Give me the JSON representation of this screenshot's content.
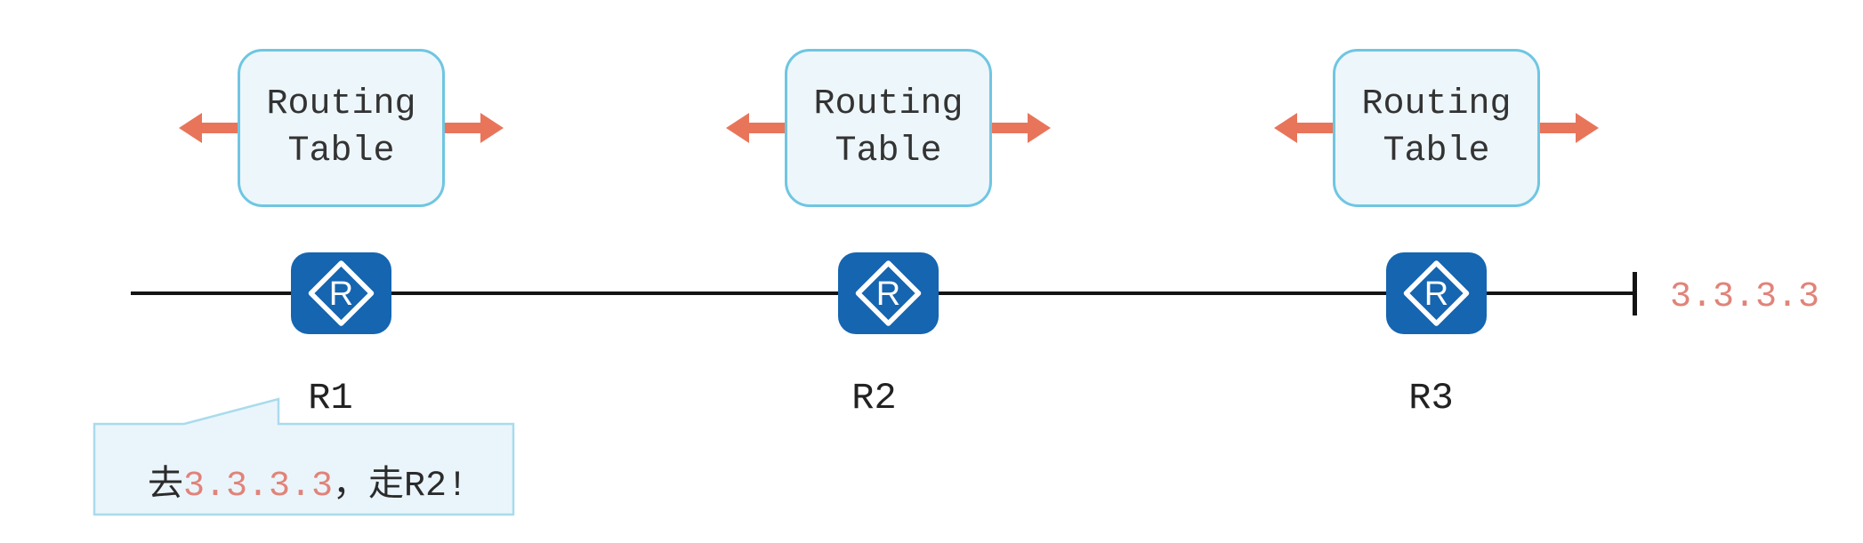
{
  "diagram_title": "routing-table-propagation",
  "colors": {
    "router_blue": "#1565b0",
    "arrow_salmon": "#e8755a",
    "box_border_blue": "#6fc6e2",
    "box_fill_blue": "#edf6fa",
    "bubble_border_blue": "#a9dbec",
    "bubble_fill_blue": "#eaf5fb",
    "ip_salmon": "#e18379",
    "line_black": "#141414",
    "text_dark": "#333333"
  },
  "routers": [
    {
      "label": "R1",
      "icon_letter": "R",
      "box_line1": "Routing",
      "box_line2": "Table"
    },
    {
      "label": "R2",
      "icon_letter": "R",
      "box_line1": "Routing",
      "box_line2": "Table"
    },
    {
      "label": "R3",
      "icon_letter": "R",
      "box_line1": "Routing",
      "box_line2": "Table"
    }
  ],
  "destination_label": "3.3.3.3",
  "callout": {
    "prefix": "去",
    "ip": "3.3.3.3",
    "suffix": "，走R2!"
  }
}
